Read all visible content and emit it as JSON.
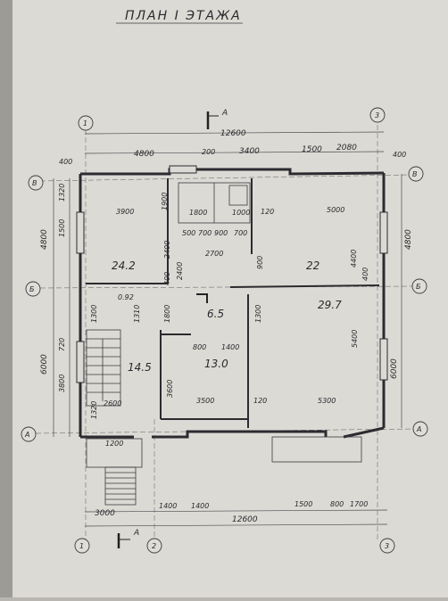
{
  "title": "ПЛАН I ЭТАЖА",
  "section_label": "А",
  "axes": {
    "col_1": "1",
    "col_2": "2",
    "col_3": "3",
    "row_V": "В",
    "row_B": "Б",
    "row_A": "А"
  },
  "rooms": {
    "living_nw": "24.2",
    "room_ne": "22",
    "hall": "6.5",
    "living_se": "29.7",
    "room_s": "13.0",
    "stair": "14.5"
  },
  "dims_top": {
    "overall": "12600",
    "left": "4800",
    "mid": "3400",
    "r1": "1500",
    "r2": "2080",
    "edge_l": "400",
    "edge_r": "400",
    "small1": "200"
  },
  "dims_left": {
    "upper": "4800",
    "lower": "6000",
    "a": "1320",
    "b": "1500",
    "c": "720",
    "d": "3800",
    "e": "1320"
  },
  "dims_right": {
    "upper": "4800",
    "lower": "6000",
    "a": "4400",
    "b": "5400"
  },
  "dims_inner": {
    "d3900": "3900",
    "d1900": "1900",
    "d1800": "1800",
    "d1000": "1000",
    "d120a": "120",
    "d5000": "5000",
    "d500": "500",
    "d700": "700",
    "d900": "900",
    "d2700": "2700",
    "d2400a": "2400",
    "d400": "400",
    "d2400b": "2400",
    "d900b": "900",
    "d400b": "400",
    "d092": "0.92",
    "d1300": "1300",
    "d1310": "1310",
    "d1800b": "1800",
    "d1300b": "1300",
    "d800": "800",
    "d1400": "1400",
    "d3600": "3600",
    "d3500": "3500",
    "d120b": "120",
    "d5300": "5300",
    "d2600": "2600",
    "d1320": "1320",
    "d1200": "1200",
    "d400c": "400",
    "d700b": "700"
  },
  "dims_bottom": {
    "overall": "12600",
    "left": "3000",
    "a": "1400",
    "b": "1400",
    "c": "1500",
    "d": "800",
    "e": "1700"
  }
}
